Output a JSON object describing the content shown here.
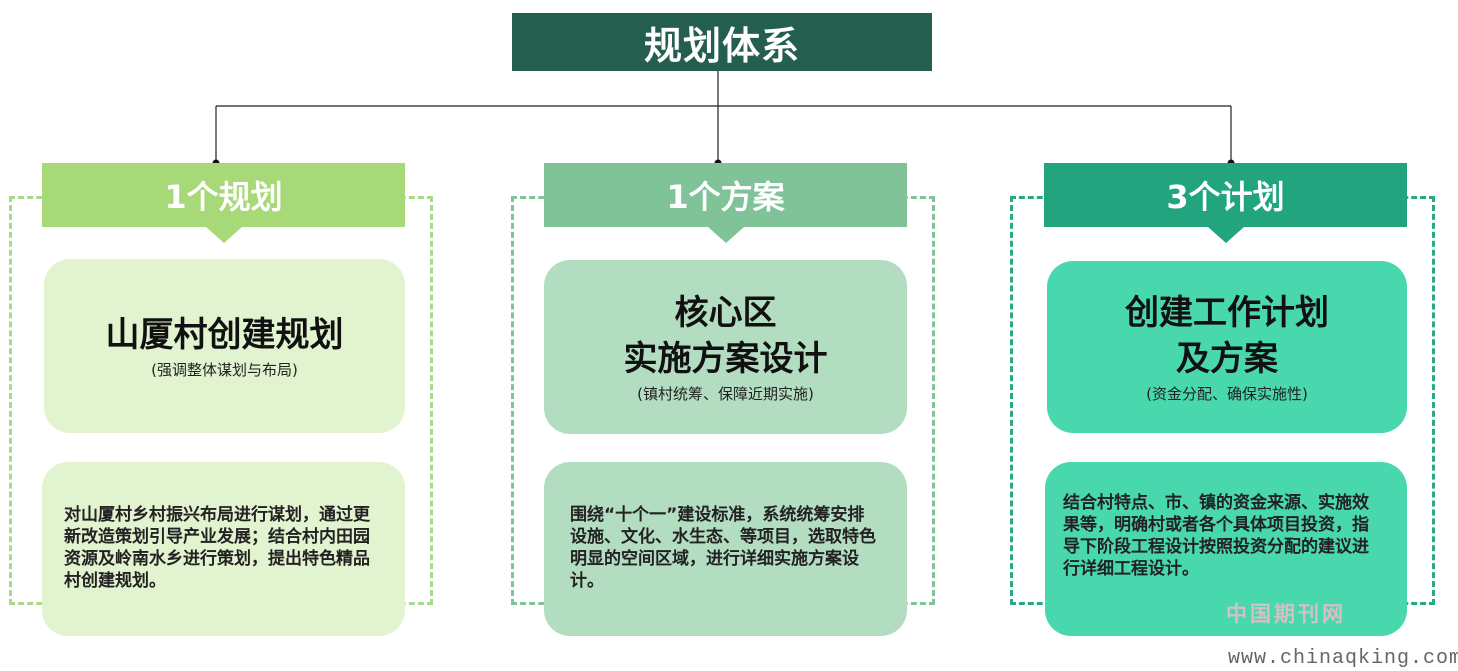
{
  "root": {
    "title": "规划体系"
  },
  "categories": [
    {
      "header": "1个规划",
      "title_lines": [
        "山厦村创建规划"
      ],
      "subtitle": "(强调整体谋划与布局)",
      "description": "对山厦村乡村振兴布局进行谋划，通过更新改造策划引导产业发展；结合村内田园资源及岭南水乡进行策划，提出特色精品村创建规划。"
    },
    {
      "header": "1个方案",
      "title_lines": [
        "核心区",
        "实施方案设计"
      ],
      "subtitle": "(镇村统筹、保障近期实施)",
      "description": "围绕“十个一”建设标准，系统统筹安排设施、文化、水生态、等项目，选取特色明显的空间区域，进行详细实施方案设计。"
    },
    {
      "header": "3个计划",
      "title_lines": [
        "创建工作计划",
        "及方案"
      ],
      "subtitle": "(资金分配、确保实施性)",
      "description": "结合村特点、市、镇的资金来源、实施效果等，明确村或者各个具体项目投资，指导下阶段工程设计按照投资分配的建议进行详细工程设计。"
    }
  ],
  "watermark": {
    "cn": "中国期刊网",
    "url": "www.chinaqking.com"
  },
  "colors": {
    "root": "#245e4e",
    "col1": "#a8d979",
    "col2": "#80c398",
    "col3": "#22a47e"
  }
}
